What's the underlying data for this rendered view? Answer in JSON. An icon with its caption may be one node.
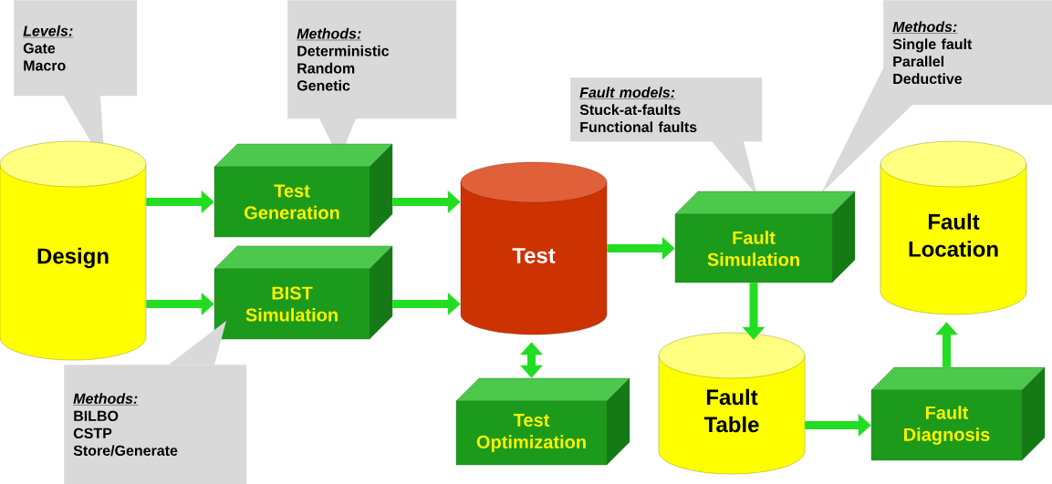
{
  "diagram": {
    "nodes": [
      {
        "text": [
          "Levels:",
          "Gate",
          "Macro"
        ]
      },
      {
        "text": [
          "Methods:",
          "Deterministic",
          "Random",
          "Genetic"
        ]
      },
      {
        "text": [
          "Design"
        ]
      },
      {
        "text": [
          "Test Generation"
        ]
      },
      {
        "text": [
          "BIST Simulation"
        ]
      },
      {
        "text": [
          "Methods:",
          "BILBO",
          "CSTP",
          "Store/Generate"
        ]
      },
      {
        "text": [
          "Test"
        ]
      },
      {
        "text": [
          "Test Optimization"
        ]
      },
      {
        "text": [
          "Fault models:",
          "Stuck-at-faults",
          "Functional faults"
        ]
      },
      {
        "text": [
          "Methods:",
          "Single fault",
          "Parallel",
          "Deductive"
        ]
      },
      {
        "text": [
          "Fault Simulation"
        ]
      },
      {
        "text": [
          "Fault Location"
        ]
      },
      {
        "text": [
          "Fault Table"
        ]
      },
      {
        "text": [
          "Fault Diagnosis"
        ]
      }
    ],
    "edges": [
      {
        "from": 2,
        "to": 3,
        "arrow": "to"
      },
      {
        "from": 2,
        "to": 4,
        "arrow": "to"
      },
      {
        "from": 3,
        "to": 6,
        "arrow": "to"
      },
      {
        "from": 4,
        "to": 6,
        "arrow": "to"
      },
      {
        "from": 6,
        "to": 7,
        "arrow": "both"
      },
      {
        "from": 6,
        "to": 10,
        "arrow": "to"
      },
      {
        "from": 10,
        "to": 12,
        "arrow": "to"
      },
      {
        "from": 12,
        "to": 13,
        "arrow": "to"
      },
      {
        "from": 13,
        "to": 11,
        "arrow": "to"
      }
    ]
  }
}
